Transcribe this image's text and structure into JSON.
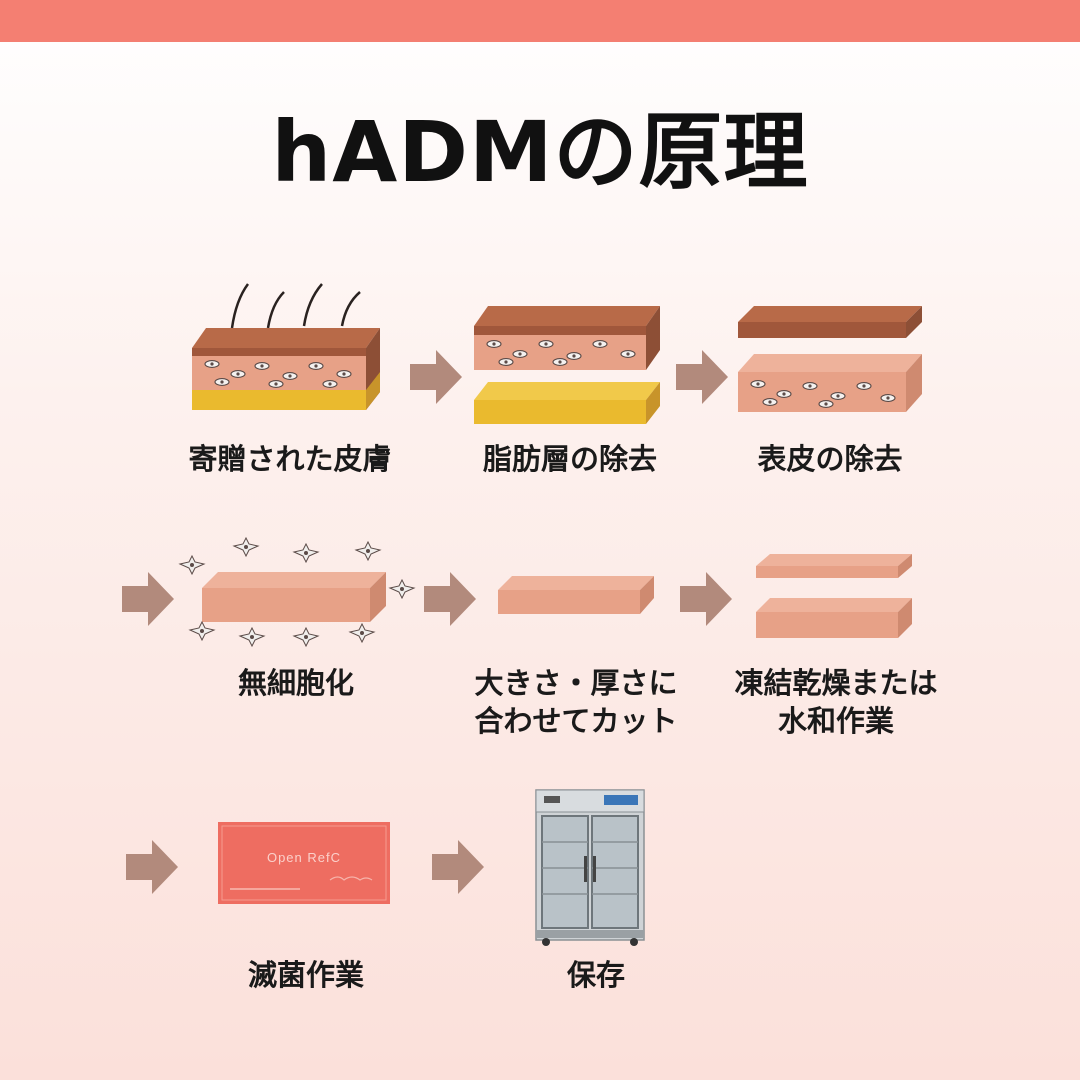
{
  "title": "hADMの原理",
  "steps": [
    {
      "label": "寄贈された皮膚"
    },
    {
      "label": "脂肪層の除去"
    },
    {
      "label": "表皮の除去"
    },
    {
      "label": "無細胞化"
    },
    {
      "label": "大きさ・厚さに\n合わせてカット"
    },
    {
      "label": "凍結乾燥または\n水和作業"
    },
    {
      "label": "滅菌作業"
    },
    {
      "label": "保存"
    }
  ],
  "product_box": {
    "brand": "Open RefC"
  },
  "colors": {
    "top_bar": "#f47f72",
    "epidermis": "#a0573b",
    "dermis": "#e7a187",
    "fat": "#eaba2e",
    "arrow": "#b28a7c",
    "box": "#ee6d61"
  }
}
